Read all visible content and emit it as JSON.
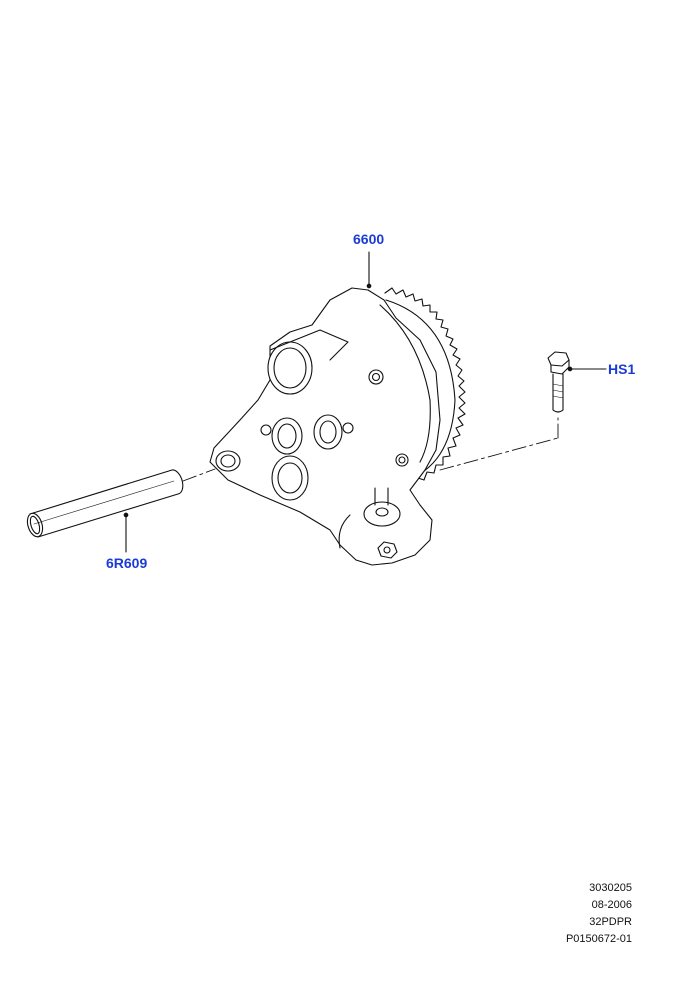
{
  "callouts": {
    "pump_assembly": "6600",
    "bolt": "HS1",
    "tube": "6R609"
  },
  "reference": {
    "line1": "3030205",
    "line2": "08-2006",
    "line3": "32PDPR",
    "line4": "P0150672-01"
  },
  "colors": {
    "callout": "#1a3bd6",
    "line": "#111111"
  }
}
